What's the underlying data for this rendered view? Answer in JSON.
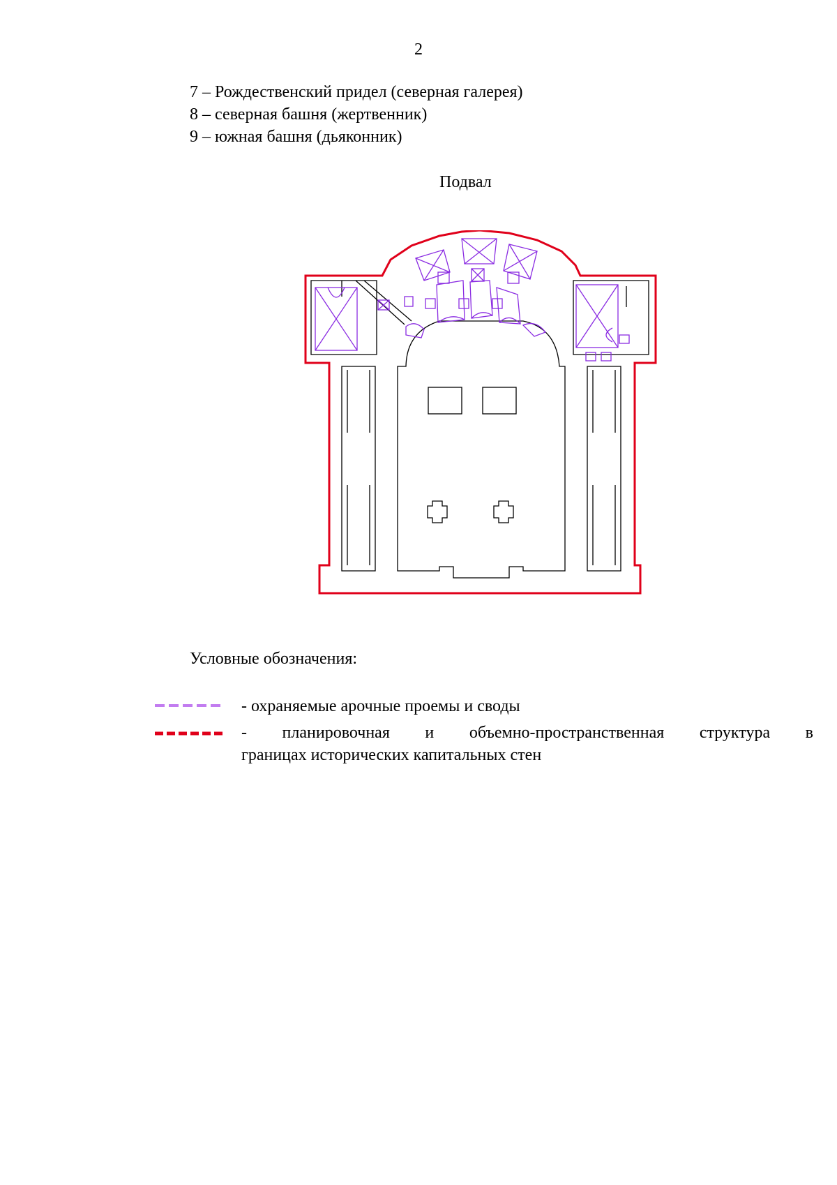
{
  "page_number": "2",
  "list_items": [
    "7 – Рождественский придел (северная галерея)",
    "8 – северная башня (жертвенник)",
    "9 – южная башня (дьяконник)"
  ],
  "plan_title": "Подвал",
  "legend": {
    "title": "Условные обозначения:",
    "items": [
      {
        "color": "#c27cf0",
        "style": "dashed",
        "text": "- охраняемые арочные проемы и своды"
      },
      {
        "color": "#e0001a",
        "style": "dashed",
        "text_line1": "- планировочная и объемно-пространственная структура в",
        "text_line2": "границах исторических капитальных стен"
      }
    ]
  },
  "colors": {
    "boundary": "#e0001a",
    "arches": "#8a2be2",
    "walls": "#000000"
  }
}
